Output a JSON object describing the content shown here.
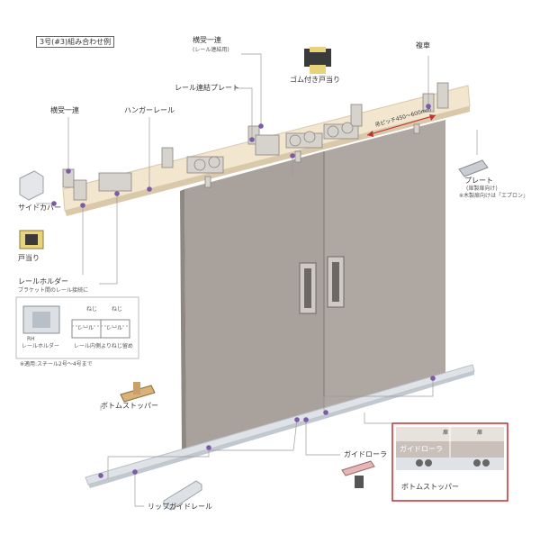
{
  "title_tag": "3号(#3)組み合わせ例",
  "labels": {
    "yoko_uke_renketsu": "横受一連",
    "yoko_uke_renketsu_note": "(レール連結用)",
    "fukusha": "複車",
    "rail_renketsu_plate": "レール連結プレート",
    "gomutsuki_toatari": "ゴム付き戸当り",
    "yoko_uke": "横受一連",
    "hanger_rail": "ハンガーレール",
    "pitch": "吊ピッチ450〜600mm",
    "plate": "プレート",
    "plate_note1": "(扉製扉向け)",
    "plate_note2": "※木製扉向けは「エプロン」",
    "side_cover": "サイドカバー",
    "toatari": "戸当り",
    "rail_holder": "レールホルダー",
    "rail_holder_note": "ブラケット間のレール接続に",
    "nezi1": "ねじ",
    "nezi2": "ねじ",
    "rail1": "レール",
    "rail2": "レール",
    "rh": "RH",
    "rh_name": "レールホルダー",
    "rh_caption": "レール内側よりねじ留め",
    "rh_note": "※適用:スチール2号〜4号まで",
    "bottom_stopper": "ボトムストッパー",
    "guide_roller": "ガイドローラ",
    "lip_guide_rail": "リップガイドレール",
    "inset_door1": "扉",
    "inset_door2": "扉",
    "inset_guide_roller": "ガイドローラ",
    "inset_bottom_stopper": "ボトムストッパー"
  },
  "colors": {
    "door": "#a8a19c",
    "door_shade": "#8e8782",
    "rail": "#f2e6cf",
    "rail_shade": "#d9c9aa",
    "dot": "#7b5ba6",
    "inset_border": "#c03030"
  }
}
